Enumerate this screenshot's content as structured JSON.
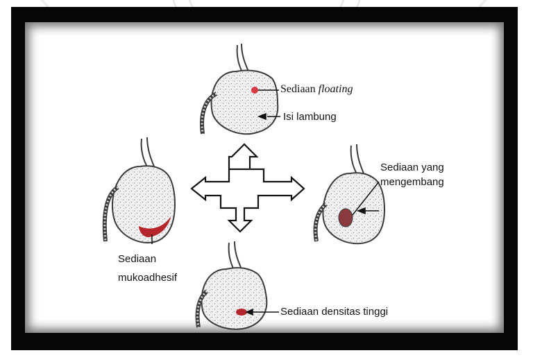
{
  "diagram": {
    "labels": {
      "floating_prefix": "Sediaan",
      "floating_italic": "floating",
      "stomach_contents": "Isi lambung",
      "swelling_line1": "Sediaan  yang",
      "swelling_line2": "mengembang",
      "mucoadhesive_line1": "Sediaan",
      "mucoadhesive_line2": "mukoadhesif",
      "high_density": "Sediaan densitas tinggi"
    },
    "colors": {
      "frame": "#060606",
      "dosage_red": "#b4262c",
      "dosage_maroon": "#8a3a3e",
      "stomach_outline": "#3a3a3a"
    },
    "icons": [
      "stomach-icon",
      "four-way-arrow-icon"
    ]
  }
}
